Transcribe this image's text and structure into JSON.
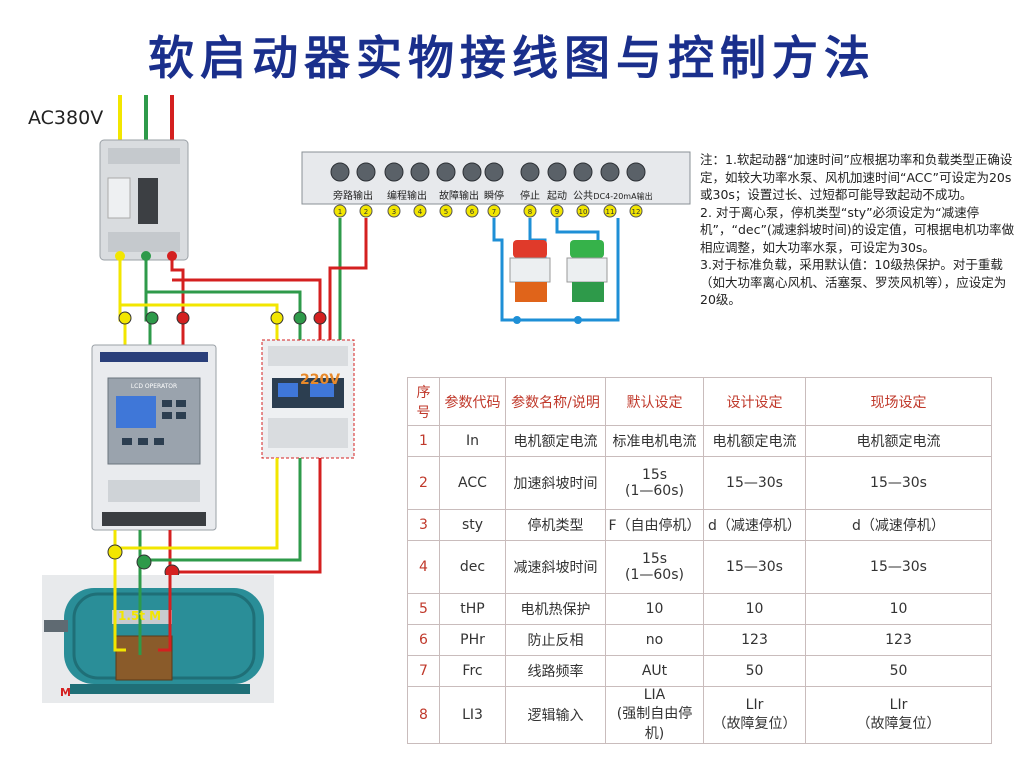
{
  "title": "软启动器实物接线图与控制方法",
  "supply_label": "AC380V",
  "terminal_labels": [
    "旁路输出",
    "编程输出",
    "故障输出",
    "瞬停",
    "停止",
    "起动",
    "公共",
    "DC4-20mA输出"
  ],
  "terminal_numbers": [
    "1",
    "2",
    "3",
    "4",
    "5",
    "6",
    "7",
    "8",
    "9",
    "10",
    "11",
    "12"
  ],
  "contactor_voltage": "220V",
  "motor_label": "1.5t M",
  "motor_badge": "M",
  "soft_starter_panel_title": "LCD OPERATOR",
  "notes": [
    "注：1.软起动器“加速时间”应根据功率和负载类型正确设定，如较大功率水泵、风机加速时间“ACC”可设定为20s或30s；设置过长、过短都可能导致起动不成功。",
    "2. 对于离心泵，停机类型“sty”必须设定为“减速停机”，“dec”(减速斜坡时间)的设定值，可根据电机功率做相应调整，如大功率水泵，可设定为30s。",
    "3.对于标准负载，采用默认值：10级热保护。对于重载（如大功率离心风机、活塞泵、罗茨风机等），应设定为20级。"
  ],
  "table": {
    "headers": [
      "序号",
      "参数代码",
      "参数名称/说明",
      "默认设定",
      "设计设定",
      "现场设定"
    ],
    "rows": [
      {
        "no": "1",
        "code": "In",
        "name": "电机额定电流",
        "default": "标准电机电流",
        "default2": "",
        "design": "电机额定电流",
        "field": "电机额定电流"
      },
      {
        "no": "2",
        "code": "ACC",
        "name": "加速斜坡时间",
        "default": "15s",
        "default2": "(1—60s)",
        "design": "15—30s",
        "field": "15—30s"
      },
      {
        "no": "3",
        "code": "sty",
        "name": "停机类型",
        "default": "F（自由停机）",
        "default2": "",
        "design": "d（减速停机）",
        "field": "d（减速停机）"
      },
      {
        "no": "4",
        "code": "dec",
        "name": "减速斜坡时间",
        "default": "15s",
        "default2": "(1—60s)",
        "design": "15—30s",
        "field": "15—30s"
      },
      {
        "no": "5",
        "code": "tHP",
        "name": "电机热保护",
        "default": "10",
        "default2": "",
        "design": "10",
        "field": "10"
      },
      {
        "no": "6",
        "code": "PHr",
        "name": "防止反相",
        "default": "no",
        "default2": "",
        "design": "123",
        "field": "123"
      },
      {
        "no": "7",
        "code": "Frc",
        "name": "线路频率",
        "default": "AUt",
        "default2": "",
        "design": "50",
        "field": "50"
      },
      {
        "no": "8",
        "code": "LI3",
        "name": "逻辑输入",
        "default": "LIA",
        "default2": "(强制自由停机)",
        "design": "LIr",
        "design2": "（故障复位）",
        "field": "LIr",
        "field2": "（故障复位）"
      }
    ]
  },
  "colors": {
    "title": "#1a2f8c",
    "yellow": "#f2e600",
    "green": "#2e9a4a",
    "red": "#d42020",
    "blue": "#1e8fd6",
    "table_red": "#c0392b"
  }
}
